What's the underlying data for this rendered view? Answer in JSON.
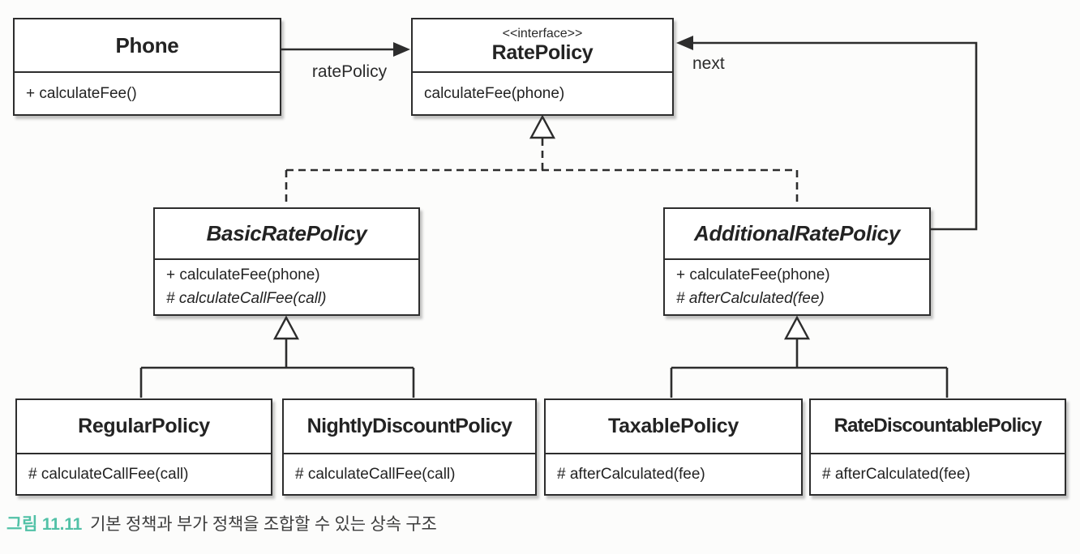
{
  "diagram": {
    "classes": {
      "phone": {
        "name": "Phone",
        "methods": [
          "+ calculateFee()"
        ]
      },
      "rate_policy": {
        "stereotype": "<<interface>>",
        "name": "RatePolicy",
        "methods": [
          "calculateFee(phone)"
        ]
      },
      "basic_rate_policy": {
        "name": "BasicRatePolicy",
        "methods": [
          "+ calculateFee(phone)",
          "# calculateCallFee(call)"
        ]
      },
      "additional_rate_policy": {
        "name": "AdditionalRatePolicy",
        "methods": [
          "+ calculateFee(phone)",
          "# afterCalculated(fee)"
        ]
      },
      "regular_policy": {
        "name": "RegularPolicy",
        "methods": [
          "# calculateCallFee(call)"
        ]
      },
      "nightly_discount_policy": {
        "name": "NightlyDiscountPolicy",
        "methods": [
          "# calculateCallFee(call)"
        ]
      },
      "taxable_policy": {
        "name": "TaxablePolicy",
        "methods": [
          "# afterCalculated(fee)"
        ]
      },
      "rate_discountable_policy": {
        "name": "RateDiscountablePolicy",
        "methods": [
          "# afterCalculated(fee)"
        ]
      }
    },
    "labels": {
      "rate_policy_assoc": "ratePolicy",
      "next_assoc": "next"
    },
    "caption": {
      "figure_label": "그림 11.11",
      "text": "기본 정책과 부가 정책을 조합할 수 있는 상속 구조"
    },
    "colors": {
      "caption_accent": "#52c1a7",
      "line": "#2d2d2d",
      "box_background": "#ffffff"
    }
  }
}
